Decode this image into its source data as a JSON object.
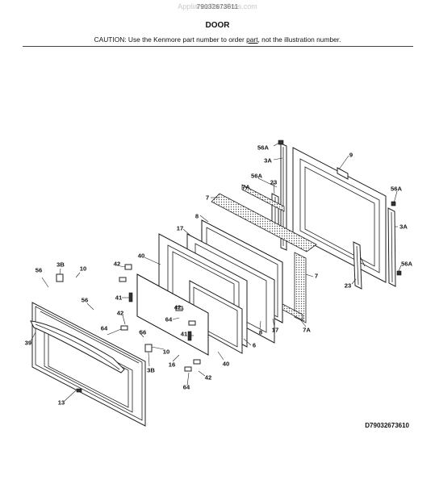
{
  "header": {
    "watermark": "AppliancePartsPros.com",
    "part_list_id": "79032673611",
    "title": "DOOR",
    "caution_prefix": "CAUTION: Use the Kenmore part number to order ",
    "caution_link": "part",
    "caution_suffix": ", not the illustration number."
  },
  "diagram": {
    "id": "D79032673610",
    "callouts": [
      "56A",
      "3A",
      "9",
      "56A",
      "23",
      "7A",
      "7",
      "8",
      "17",
      "40",
      "42",
      "41",
      "3B",
      "10",
      "56",
      "56",
      "42",
      "64",
      "42",
      "64",
      "41",
      "56",
      "10",
      "3B",
      "16",
      "40",
      "42",
      "64",
      "13",
      "39",
      "8",
      "17",
      "7A",
      "6",
      "7",
      "23",
      "56A",
      "3A",
      "56A"
    ]
  }
}
